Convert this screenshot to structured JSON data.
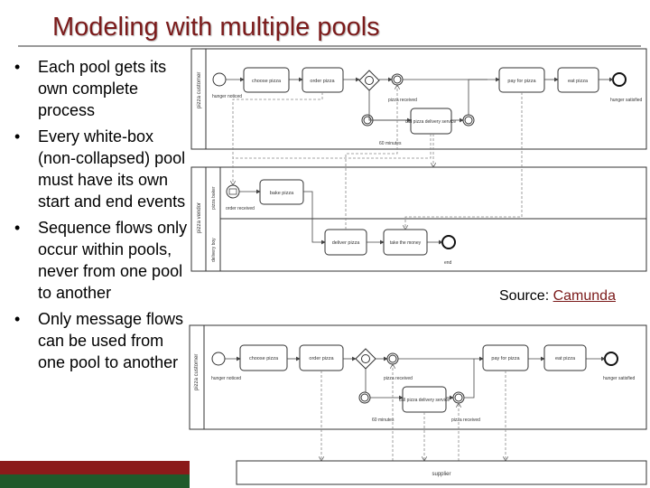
{
  "title": "Modeling with multiple pools",
  "bullets": [
    {
      "text": "Each pool gets its own complete process"
    },
    {
      "text": "Every white-box (non-collapsed) pool must have its own start and end events"
    },
    {
      "text": "Sequence flows only occur within pools, never from one pool to another"
    },
    {
      "text": "Only message flows can be used from one pool to another"
    }
  ],
  "source": {
    "label": "Source: ",
    "link": "Camunda"
  },
  "top_diagram": {
    "customer_pool": "pizza customer",
    "vendor_pool": "pizza vendor",
    "vendor_lane_baker": "pizza baker",
    "vendor_lane_delivery": "delivery boy",
    "tasks": {
      "choose": "choose pizza",
      "order": "order pizza",
      "pay": "pay for pizza",
      "eat": "eat pizza",
      "call": "call pizza delivery service",
      "bake": "bake pizza",
      "deliver": "deliver pizza",
      "money": "take the money"
    },
    "events": {
      "hungry": "hunger noticed",
      "received": "pizza received",
      "minutes": "60 minutes",
      "satisfied": "hunger satisfied",
      "order": "order received",
      "end": "end"
    }
  },
  "bottom_diagram": {
    "customer_pool": "pizza customer",
    "supplier_pool": "supplier",
    "tasks": {
      "choose": "choose pizza",
      "order": "order pizza",
      "pay": "pay for pizza",
      "eat": "eat pizza",
      "call": "call pizza delivery service"
    },
    "events": {
      "hungry": "hunger noticed",
      "received": "pizza received",
      "minutes": "60 minutes",
      "received2": "pizza received",
      "satisfied": "hunger satisfied"
    }
  }
}
